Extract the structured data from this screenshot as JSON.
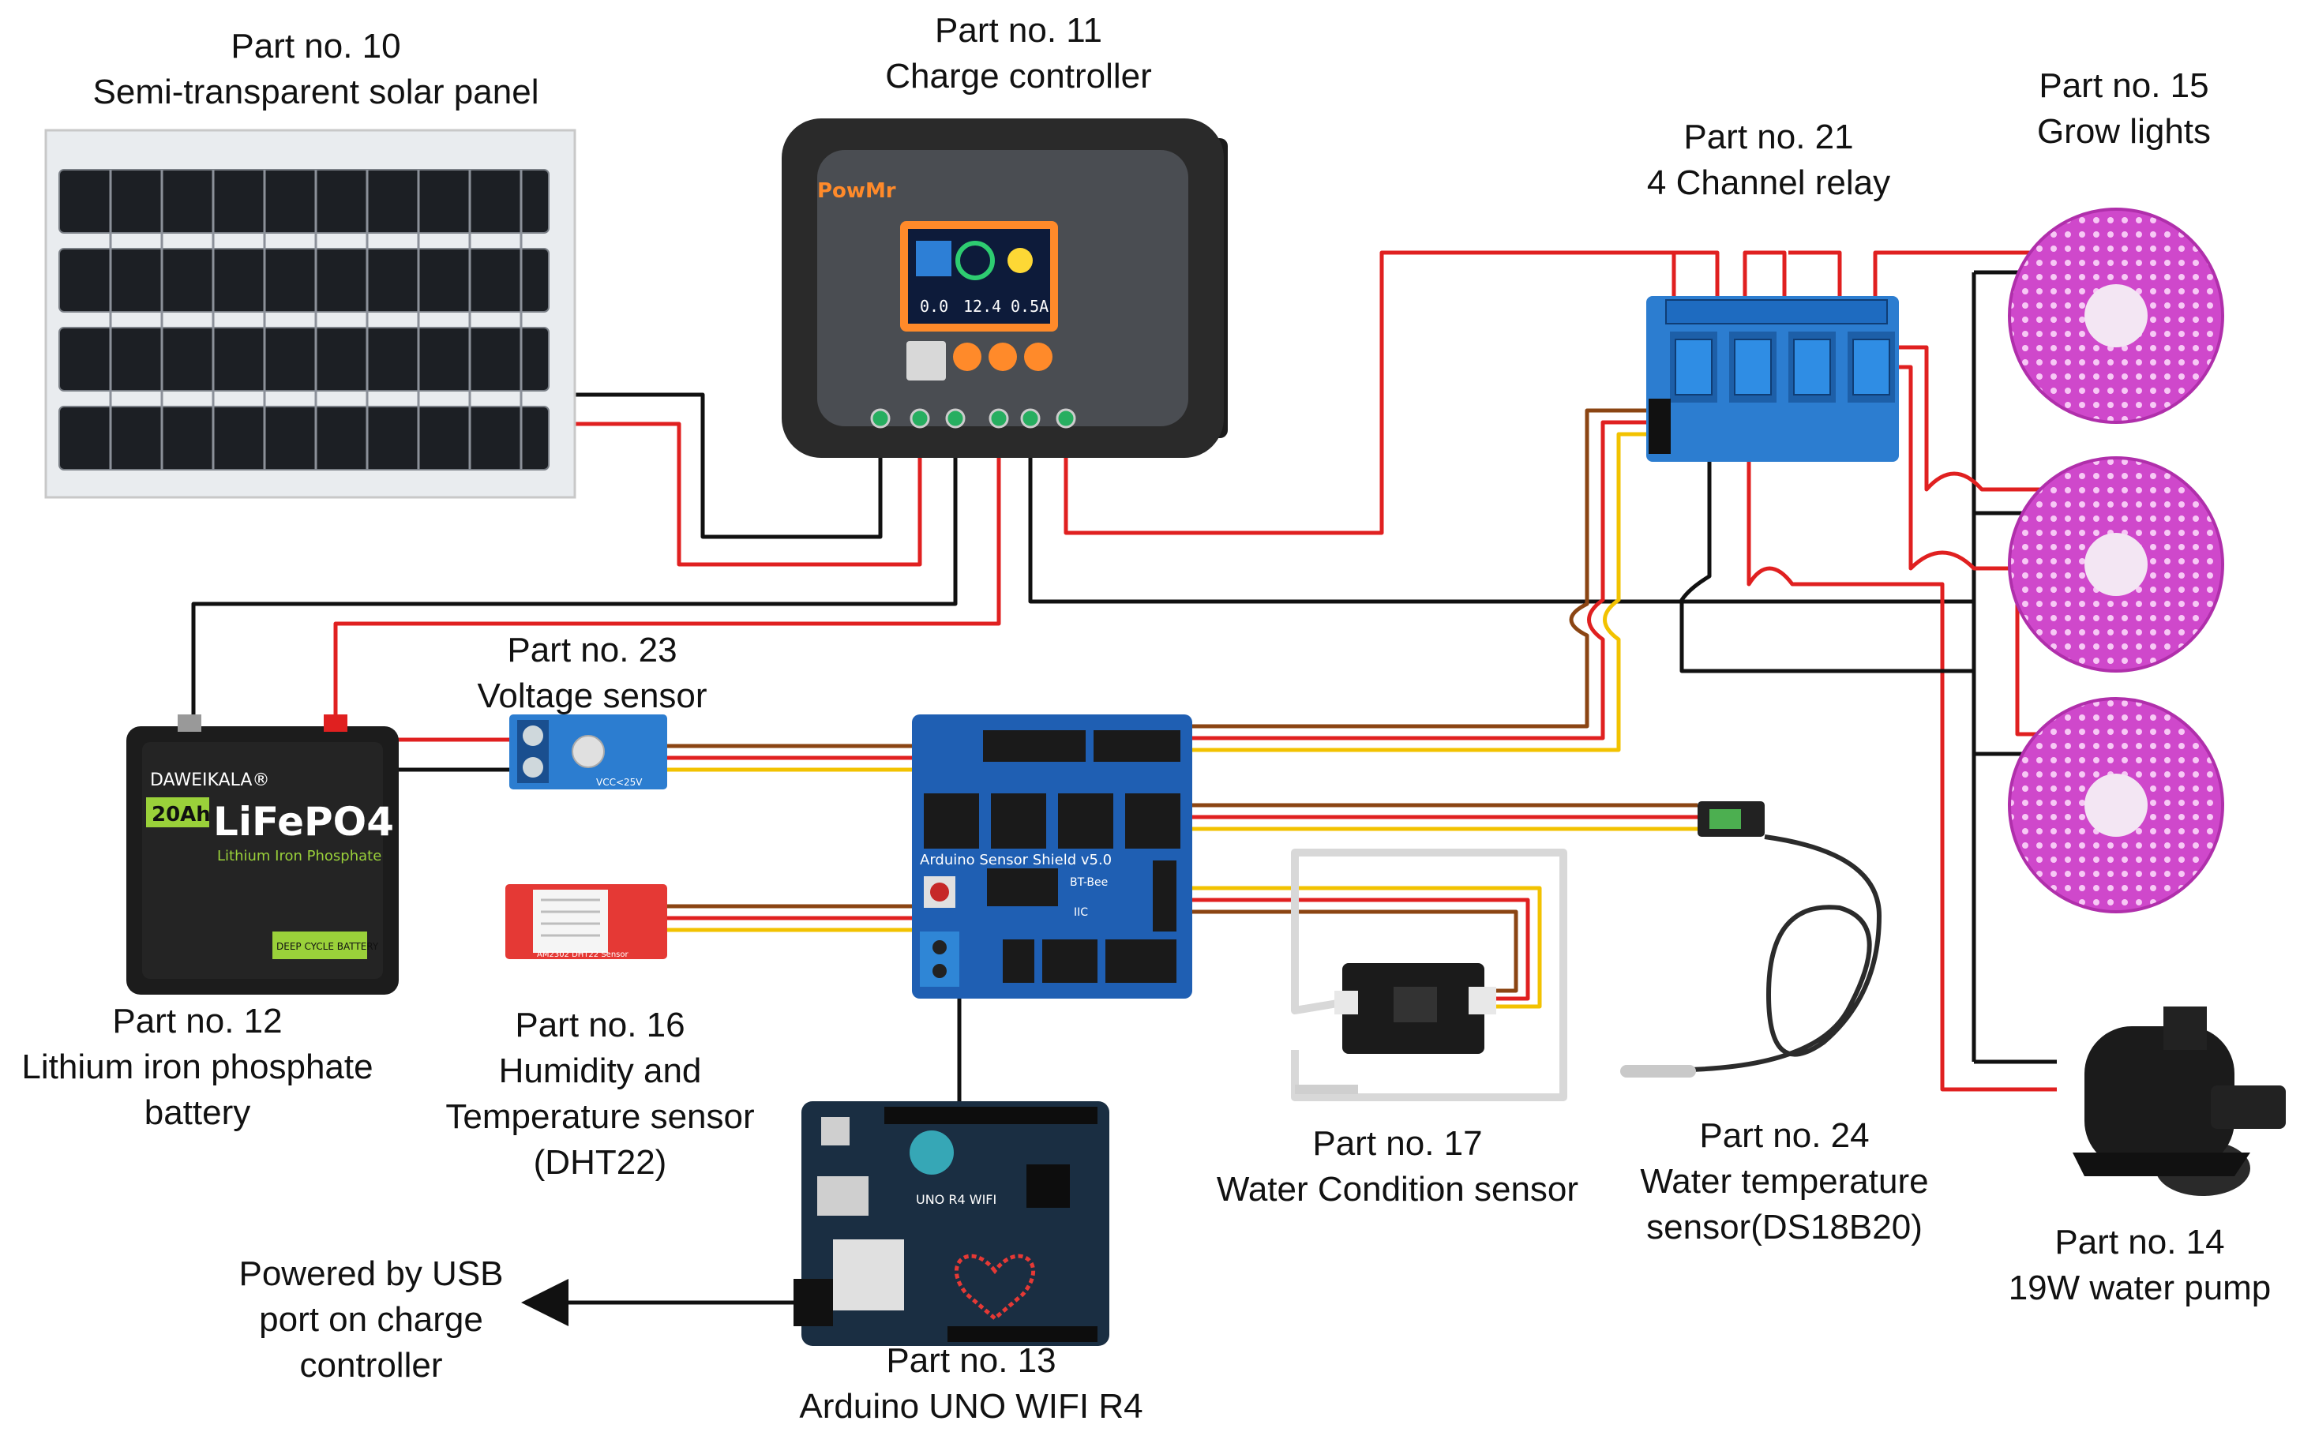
{
  "labels": {
    "solar_panel": [
      "Part no. 10",
      "Semi-transparent solar panel"
    ],
    "charge_controller": [
      "Part no. 11",
      "Charge controller"
    ],
    "relay": [
      "Part no. 21",
      "4 Channel relay"
    ],
    "grow_lights": [
      "Part no. 15",
      "Grow lights"
    ],
    "voltage_sensor": [
      "Part no. 23",
      "Voltage sensor"
    ],
    "battery": [
      "Part no. 12",
      "Lithium iron phosphate",
      "battery"
    ],
    "humidity_sensor": [
      "Part no. 16",
      "Humidity and",
      "Temperature sensor",
      "(DHT22)"
    ],
    "water_condition": [
      "Part no. 17",
      "Water Condition sensor"
    ],
    "water_temp": [
      "Part no. 24",
      "Water temperature",
      "sensor(DS18B20)"
    ],
    "water_pump": [
      "Part no. 14",
      "19W water pump"
    ],
    "arduino": [
      "Part no. 13",
      "Arduino UNO WIFI R4"
    ],
    "usb_power": [
      "Powered by USB",
      "port on charge",
      "controller"
    ]
  },
  "device_text": {
    "controller_brand": "PowMr",
    "controller_display": [
      "0.0",
      "12.4",
      "0.5A"
    ],
    "battery_brand": "DAWEIKALA®",
    "battery_capacity": "20Ah",
    "battery_chem": "LiFePO4",
    "battery_sub": "Lithium Iron Phosphate",
    "battery_tag": "DEEP CYCLE BATTERY",
    "shield_title": "Arduino Sensor Shield v5.0",
    "shield_bt": "BT-Bee",
    "shield_iic": "IIC",
    "arduino_brand": "UNO R4 WIFI",
    "dht_label": "AM2302 DHT22 Sensor",
    "voltage_label": "VCC<25V"
  },
  "colors": {
    "wire_red": "#e02020",
    "wire_black": "#111111",
    "wire_brown": "#8b4513",
    "wire_yellow": "#f2c200",
    "led_magenta": "#d94fd4",
    "shield_blue": "#1f5fb3",
    "relay_blue": "#2c7dd0",
    "pcb_dark": "#1a2e42"
  },
  "icons": [
    "solar-panel-icon",
    "charge-controller-icon",
    "relay-board-icon",
    "led-strip-icon",
    "water-pump-icon",
    "battery-icon",
    "voltage-sensor-icon",
    "dht22-sensor-icon",
    "sensor-shield-icon",
    "arduino-board-icon",
    "water-condition-board-icon",
    "temperature-probe-icon",
    "arrow-left-icon"
  ]
}
